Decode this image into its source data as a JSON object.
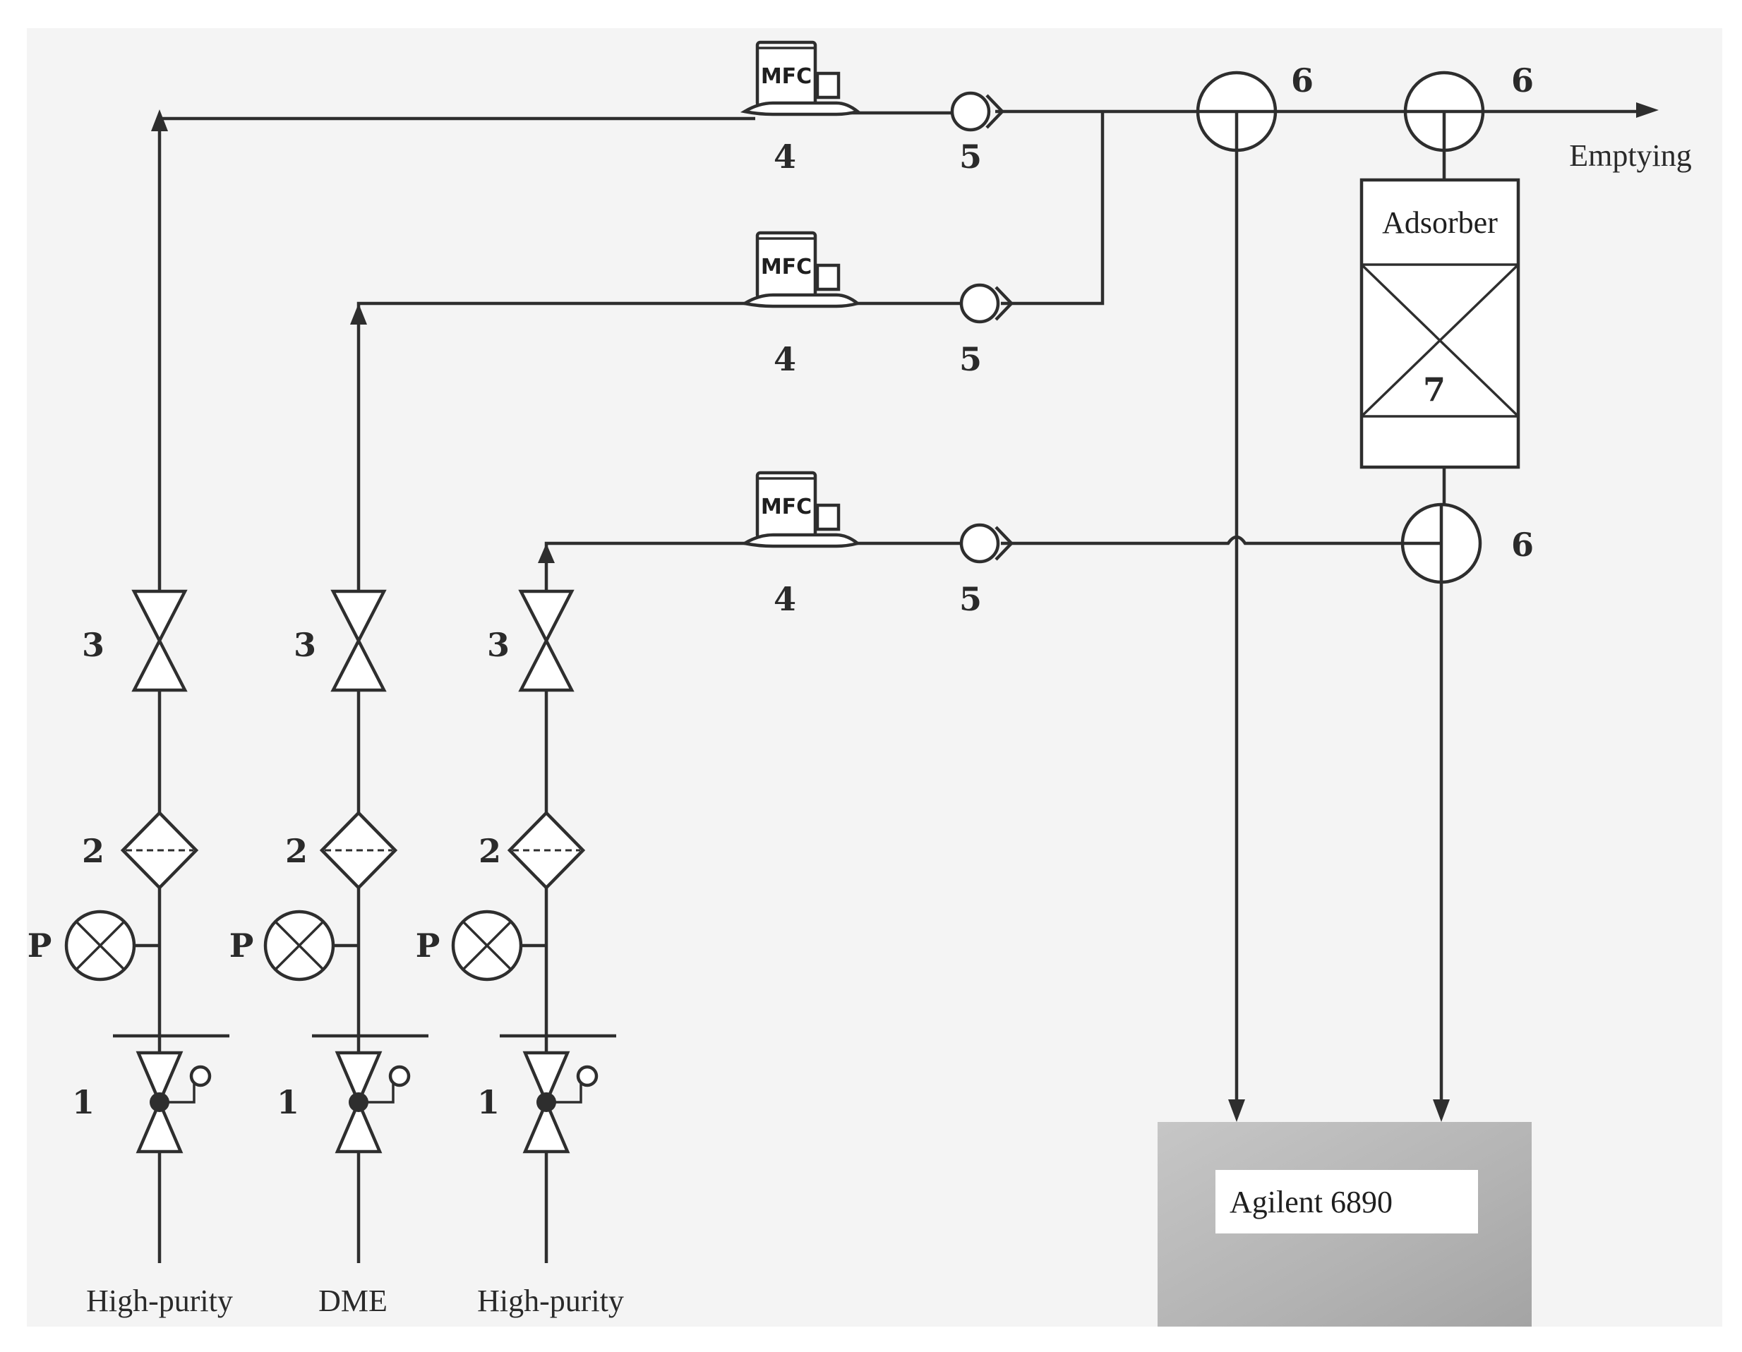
{
  "colors": {
    "line": "#2e2e2e",
    "background": "#f4f4f4",
    "instrument_fill": "#b9b9b9",
    "label_box": "#ffffff"
  },
  "labels": {
    "source_left": "High-purity",
    "source_middle": "DME",
    "source_right": "High-purity",
    "emptying": "Emptying",
    "adsorber": "Adsorber",
    "instrument": "Agilent 6890",
    "mfc": "MFC",
    "pressure": "P"
  },
  "numbers": {
    "pressure_regulator": "1",
    "filter": "2",
    "valve": "3",
    "mass_flow_controller": "4",
    "check_valve": "5",
    "three_way_valve": "6",
    "adsorbent_bed": "7"
  }
}
